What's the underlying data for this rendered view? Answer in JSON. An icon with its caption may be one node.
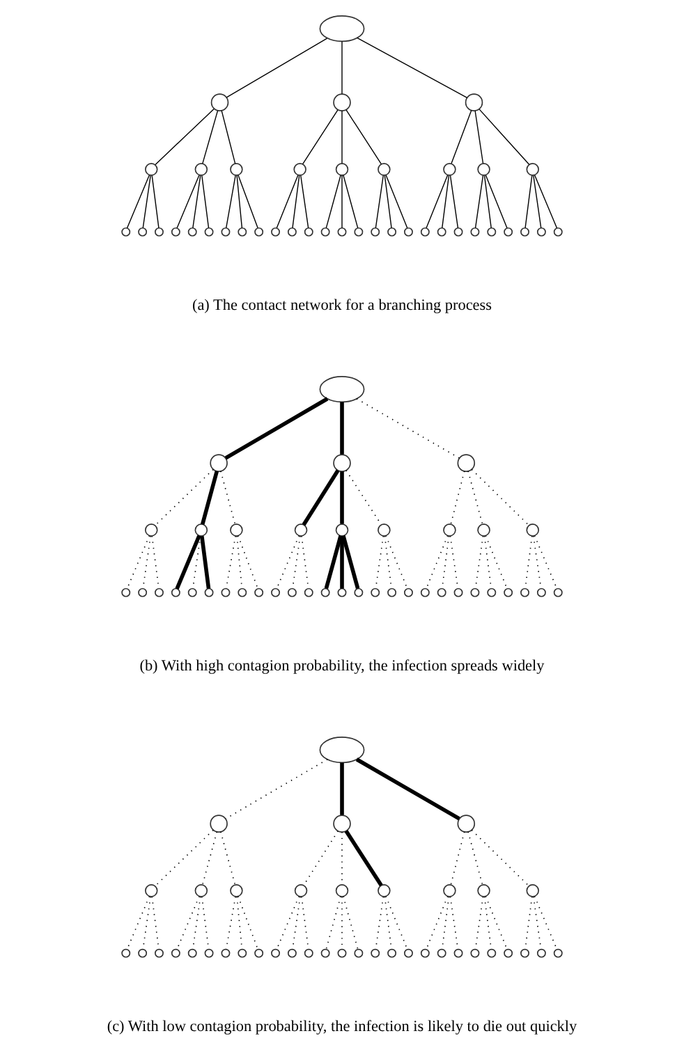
{
  "diagram": {
    "nodes": [
      {
        "text": [],
        "shape": "ellipse"
      },
      {
        "text": [],
        "shape": "circle"
      },
      {
        "text": [],
        "shape": "circle"
      },
      {
        "text": [],
        "shape": "circle"
      },
      {
        "text": [],
        "shape": "circle"
      },
      {
        "text": [],
        "shape": "circle"
      },
      {
        "text": [],
        "shape": "circle"
      },
      {
        "text": [],
        "shape": "circle"
      },
      {
        "text": [],
        "shape": "circle"
      },
      {
        "text": [],
        "shape": "circle"
      },
      {
        "text": [],
        "shape": "circle"
      },
      {
        "text": [],
        "shape": "circle"
      },
      {
        "text": [],
        "shape": "circle"
      },
      {
        "text": [],
        "shape": "circle"
      },
      {
        "text": [],
        "shape": "circle"
      },
      {
        "text": [],
        "shape": "circle"
      },
      {
        "text": [],
        "shape": "circle"
      },
      {
        "text": [],
        "shape": "circle"
      },
      {
        "text": [],
        "shape": "circle"
      },
      {
        "text": [],
        "shape": "circle"
      },
      {
        "text": [],
        "shape": "circle"
      },
      {
        "text": [],
        "shape": "circle"
      },
      {
        "text": [],
        "shape": "circle"
      },
      {
        "text": [],
        "shape": "circle"
      },
      {
        "text": [],
        "shape": "circle"
      },
      {
        "text": [],
        "shape": "circle"
      },
      {
        "text": [],
        "shape": "circle"
      },
      {
        "text": [],
        "shape": "circle"
      },
      {
        "text": [],
        "shape": "circle"
      },
      {
        "text": [],
        "shape": "circle"
      },
      {
        "text": [],
        "shape": "circle"
      },
      {
        "text": [],
        "shape": "circle"
      },
      {
        "text": [],
        "shape": "circle"
      },
      {
        "text": [],
        "shape": "circle"
      },
      {
        "text": [],
        "shape": "circle"
      },
      {
        "text": [],
        "shape": "circle"
      },
      {
        "text": [],
        "shape": "circle"
      },
      {
        "text": [],
        "shape": "circle"
      },
      {
        "text": [],
        "shape": "circle"
      },
      {
        "text": [],
        "shape": "circle"
      },
      {
        "text": [],
        "shape": "ellipse"
      },
      {
        "text": [],
        "shape": "circle"
      },
      {
        "text": [],
        "shape": "circle"
      },
      {
        "text": [],
        "shape": "circle"
      },
      {
        "text": [],
        "shape": "circle"
      },
      {
        "text": [],
        "shape": "circle"
      },
      {
        "text": [],
        "shape": "circle"
      },
      {
        "text": [],
        "shape": "circle"
      },
      {
        "text": [],
        "shape": "circle"
      },
      {
        "text": [],
        "shape": "circle"
      },
      {
        "text": [],
        "shape": "circle"
      },
      {
        "text": [],
        "shape": "circle"
      },
      {
        "text": [],
        "shape": "circle"
      },
      {
        "text": [],
        "shape": "circle"
      },
      {
        "text": [],
        "shape": "circle"
      },
      {
        "text": [],
        "shape": "circle"
      },
      {
        "text": [],
        "shape": "circle"
      },
      {
        "text": [],
        "shape": "circle"
      },
      {
        "text": [],
        "shape": "circle"
      },
      {
        "text": [],
        "shape": "circle"
      },
      {
        "text": [],
        "shape": "circle"
      },
      {
        "text": [],
        "shape": "circle"
      },
      {
        "text": [],
        "shape": "circle"
      },
      {
        "text": [],
        "shape": "circle"
      },
      {
        "text": [],
        "shape": "circle"
      },
      {
        "text": [],
        "shape": "circle"
      },
      {
        "text": [],
        "shape": "circle"
      },
      {
        "text": [],
        "shape": "circle"
      },
      {
        "text": [],
        "shape": "circle"
      },
      {
        "text": [],
        "shape": "circle"
      },
      {
        "text": [],
        "shape": "circle"
      },
      {
        "text": [],
        "shape": "circle"
      },
      {
        "text": [],
        "shape": "circle"
      },
      {
        "text": [],
        "shape": "circle"
      },
      {
        "text": [],
        "shape": "circle"
      },
      {
        "text": [],
        "shape": "circle"
      },
      {
        "text": [],
        "shape": "circle"
      },
      {
        "text": [],
        "shape": "circle"
      },
      {
        "text": [],
        "shape": "circle"
      },
      {
        "text": [],
        "shape": "circle"
      },
      {
        "text": [],
        "shape": "ellipse"
      },
      {
        "text": [],
        "shape": "circle"
      },
      {
        "text": [],
        "shape": "circle"
      },
      {
        "text": [],
        "shape": "circle"
      },
      {
        "text": [],
        "shape": "circle"
      },
      {
        "text": [],
        "shape": "circle"
      },
      {
        "text": [],
        "shape": "circle"
      },
      {
        "text": [],
        "shape": "circle"
      },
      {
        "text": [],
        "shape": "circle"
      },
      {
        "text": [],
        "shape": "circle"
      },
      {
        "text": [],
        "shape": "circle"
      },
      {
        "text": [],
        "shape": "circle"
      },
      {
        "text": [],
        "shape": "circle"
      },
      {
        "text": [],
        "shape": "circle"
      },
      {
        "text": [],
        "shape": "circle"
      },
      {
        "text": [],
        "shape": "circle"
      },
      {
        "text": [],
        "shape": "circle"
      },
      {
        "text": [],
        "shape": "circle"
      },
      {
        "text": [],
        "shape": "circle"
      },
      {
        "text": [],
        "shape": "circle"
      },
      {
        "text": [],
        "shape": "circle"
      },
      {
        "text": [],
        "shape": "circle"
      },
      {
        "text": [],
        "shape": "circle"
      },
      {
        "text": [],
        "shape": "circle"
      },
      {
        "text": [],
        "shape": "circle"
      },
      {
        "text": [],
        "shape": "circle"
      },
      {
        "text": [],
        "shape": "circle"
      },
      {
        "text": [],
        "shape": "circle"
      },
      {
        "text": [],
        "shape": "circle"
      },
      {
        "text": [],
        "shape": "circle"
      },
      {
        "text": [],
        "shape": "circle"
      },
      {
        "text": [],
        "shape": "circle"
      },
      {
        "text": [],
        "shape": "circle"
      },
      {
        "text": [],
        "shape": "circle"
      },
      {
        "text": [],
        "shape": "circle"
      },
      {
        "text": [],
        "shape": "circle"
      },
      {
        "text": [],
        "shape": "circle"
      },
      {
        "text": [],
        "shape": "circle"
      },
      {
        "text": [],
        "shape": "circle"
      },
      {
        "text": [],
        "shape": "circle"
      }
    ],
    "edges": [
      {
        "from": 0,
        "to": 1,
        "arrow": "none"
      },
      {
        "from": 0,
        "to": 2,
        "arrow": "none"
      },
      {
        "from": 0,
        "to": 3,
        "arrow": "none"
      },
      {
        "from": 1,
        "to": 4,
        "arrow": "none"
      },
      {
        "from": 1,
        "to": 5,
        "arrow": "none"
      },
      {
        "from": 1,
        "to": 6,
        "arrow": "none"
      },
      {
        "from": 2,
        "to": 7,
        "arrow": "none"
      },
      {
        "from": 2,
        "to": 8,
        "arrow": "none"
      },
      {
        "from": 2,
        "to": 9,
        "arrow": "none"
      },
      {
        "from": 3,
        "to": 10,
        "arrow": "none"
      },
      {
        "from": 3,
        "to": 11,
        "arrow": "none"
      },
      {
        "from": 3,
        "to": 12,
        "arrow": "none"
      },
      {
        "from": 4,
        "to": 13,
        "arrow": "none"
      },
      {
        "from": 4,
        "to": 14,
        "arrow": "none"
      },
      {
        "from": 4,
        "to": 15,
        "arrow": "none"
      },
      {
        "from": 5,
        "to": 16,
        "arrow": "none"
      },
      {
        "from": 5,
        "to": 17,
        "arrow": "none"
      },
      {
        "from": 5,
        "to": 18,
        "arrow": "none"
      },
      {
        "from": 6,
        "to": 19,
        "arrow": "none"
      },
      {
        "from": 6,
        "to": 20,
        "arrow": "none"
      },
      {
        "from": 6,
        "to": 21,
        "arrow": "none"
      },
      {
        "from": 7,
        "to": 22,
        "arrow": "none"
      },
      {
        "from": 7,
        "to": 23,
        "arrow": "none"
      },
      {
        "from": 7,
        "to": 24,
        "arrow": "none"
      },
      {
        "from": 8,
        "to": 25,
        "arrow": "none"
      },
      {
        "from": 8,
        "to": 26,
        "arrow": "none"
      },
      {
        "from": 8,
        "to": 27,
        "arrow": "none"
      },
      {
        "from": 9,
        "to": 28,
        "arrow": "none"
      },
      {
        "from": 9,
        "to": 29,
        "arrow": "none"
      },
      {
        "from": 9,
        "to": 30,
        "arrow": "none"
      },
      {
        "from": 10,
        "to": 31,
        "arrow": "none"
      },
      {
        "from": 10,
        "to": 32,
        "arrow": "none"
      },
      {
        "from": 10,
        "to": 33,
        "arrow": "none"
      },
      {
        "from": 11,
        "to": 34,
        "arrow": "none"
      },
      {
        "from": 11,
        "to": 35,
        "arrow": "none"
      },
      {
        "from": 11,
        "to": 36,
        "arrow": "none"
      },
      {
        "from": 12,
        "to": 37,
        "arrow": "none"
      },
      {
        "from": 12,
        "to": 38,
        "arrow": "none"
      },
      {
        "from": 12,
        "to": 39,
        "arrow": "none"
      },
      {
        "from": 40,
        "to": 41,
        "arrow": "none",
        "style": "thick"
      },
      {
        "from": 40,
        "to": 42,
        "arrow": "none",
        "style": "thick"
      },
      {
        "from": 40,
        "to": 43,
        "arrow": "none",
        "style": "dashed"
      },
      {
        "from": 41,
        "to": 44,
        "arrow": "none",
        "style": "dashed"
      },
      {
        "from": 41,
        "to": 45,
        "arrow": "none",
        "style": "thick"
      },
      {
        "from": 41,
        "to": 46,
        "arrow": "none",
        "style": "dashed"
      },
      {
        "from": 42,
        "to": 47,
        "arrow": "none",
        "style": "thick"
      },
      {
        "from": 42,
        "to": 48,
        "arrow": "none",
        "style": "thick"
      },
      {
        "from": 42,
        "to": 49,
        "arrow": "none",
        "style": "dashed"
      },
      {
        "from": 43,
        "to": 50,
        "arrow": "none",
        "style": "dashed"
      },
      {
        "from": 43,
        "to": 51,
        "arrow": "none",
        "style": "dashed"
      },
      {
        "from": 43,
        "to": 52,
        "arrow": "none",
        "style": "dashed"
      },
      {
        "from": 44,
        "to": 53,
        "arrow": "none",
        "style": "dashed"
      },
      {
        "from": 44,
        "to": 54,
        "arrow": "none",
        "style": "dashed"
      },
      {
        "from": 44,
        "to": 55,
        "arrow": "none",
        "style": "dashed"
      },
      {
        "from": 45,
        "to": 56,
        "arrow": "none",
        "style": "thick"
      },
      {
        "from": 45,
        "to": 57,
        "arrow": "none",
        "style": "dashed"
      },
      {
        "from": 45,
        "to": 58,
        "arrow": "none",
        "style": "thick"
      },
      {
        "from": 46,
        "to": 59,
        "arrow": "none",
        "style": "dashed"
      },
      {
        "from": 46,
        "to": 60,
        "arrow": "none",
        "style": "dashed"
      },
      {
        "from": 46,
        "to": 61,
        "arrow": "none",
        "style": "dashed"
      },
      {
        "from": 47,
        "to": 62,
        "arrow": "none",
        "style": "dashed"
      },
      {
        "from": 47,
        "to": 63,
        "arrow": "none",
        "style": "dashed"
      },
      {
        "from": 47,
        "to": 64,
        "arrow": "none",
        "style": "dashed"
      },
      {
        "from": 48,
        "to": 65,
        "arrow": "none",
        "style": "thick"
      },
      {
        "from": 48,
        "to": 66,
        "arrow": "none",
        "style": "thick"
      },
      {
        "from": 48,
        "to": 67,
        "arrow": "none",
        "style": "thick"
      },
      {
        "from": 49,
        "to": 68,
        "arrow": "none",
        "style": "dashed"
      },
      {
        "from": 49,
        "to": 69,
        "arrow": "none",
        "style": "dashed"
      },
      {
        "from": 49,
        "to": 70,
        "arrow": "none",
        "style": "dashed"
      },
      {
        "from": 50,
        "to": 71,
        "arrow": "none",
        "style": "dashed"
      },
      {
        "from": 50,
        "to": 72,
        "arrow": "none",
        "style": "dashed"
      },
      {
        "from": 50,
        "to": 73,
        "arrow": "none",
        "style": "dashed"
      },
      {
        "from": 51,
        "to": 74,
        "arrow": "none",
        "style": "dashed"
      },
      {
        "from": 51,
        "to": 75,
        "arrow": "none",
        "style": "dashed"
      },
      {
        "from": 51,
        "to": 76,
        "arrow": "none",
        "style": "dashed"
      },
      {
        "from": 52,
        "to": 77,
        "arrow": "none",
        "style": "dashed"
      },
      {
        "from": 52,
        "to": 78,
        "arrow": "none",
        "style": "dashed"
      },
      {
        "from": 52,
        "to": 79,
        "arrow": "none",
        "style": "dashed"
      },
      {
        "from": 80,
        "to": 81,
        "arrow": "none",
        "style": "dashed"
      },
      {
        "from": 80,
        "to": 82,
        "arrow": "none",
        "style": "thick"
      },
      {
        "from": 80,
        "to": 83,
        "arrow": "none",
        "style": "thick"
      },
      {
        "from": 81,
        "to": 84,
        "arrow": "none",
        "style": "dashed"
      },
      {
        "from": 81,
        "to": 85,
        "arrow": "none",
        "style": "dashed"
      },
      {
        "from": 81,
        "to": 86,
        "arrow": "none",
        "style": "dashed"
      },
      {
        "from": 82,
        "to": 87,
        "arrow": "none",
        "style": "dashed"
      },
      {
        "from": 82,
        "to": 88,
        "arrow": "none",
        "style": "dashed"
      },
      {
        "from": 82,
        "to": 89,
        "arrow": "none",
        "style": "thick"
      },
      {
        "from": 83,
        "to": 90,
        "arrow": "none",
        "style": "dashed"
      },
      {
        "from": 83,
        "to": 91,
        "arrow": "none",
        "style": "dashed"
      },
      {
        "from": 83,
        "to": 92,
        "arrow": "none",
        "style": "dashed"
      },
      {
        "from": 84,
        "to": 93,
        "arrow": "none",
        "style": "dashed"
      },
      {
        "from": 84,
        "to": 94,
        "arrow": "none",
        "style": "dashed"
      },
      {
        "from": 84,
        "to": 95,
        "arrow": "none",
        "style": "dashed"
      },
      {
        "from": 85,
        "to": 96,
        "arrow": "none",
        "style": "dashed"
      },
      {
        "from": 85,
        "to": 97,
        "arrow": "none",
        "style": "dashed"
      },
      {
        "from": 85,
        "to": 98,
        "arrow": "none",
        "style": "dashed"
      },
      {
        "from": 86,
        "to": 99,
        "arrow": "none",
        "style": "dashed"
      },
      {
        "from": 86,
        "to": 100,
        "arrow": "none",
        "style": "dashed"
      },
      {
        "from": 86,
        "to": 101,
        "arrow": "none",
        "style": "dashed"
      },
      {
        "from": 87,
        "to": 102,
        "arrow": "none",
        "style": "dashed"
      },
      {
        "from": 87,
        "to": 103,
        "arrow": "none",
        "style": "dashed"
      },
      {
        "from": 87,
        "to": 104,
        "arrow": "none",
        "style": "dashed"
      },
      {
        "from": 88,
        "to": 105,
        "arrow": "none",
        "style": "dashed"
      },
      {
        "from": 88,
        "to": 106,
        "arrow": "none",
        "style": "dashed"
      },
      {
        "from": 88,
        "to": 107,
        "arrow": "none",
        "style": "dashed"
      },
      {
        "from": 89,
        "to": 108,
        "arrow": "none",
        "style": "dashed"
      },
      {
        "from": 89,
        "to": 109,
        "arrow": "none",
        "style": "dashed"
      },
      {
        "from": 89,
        "to": 110,
        "arrow": "none",
        "style": "dashed"
      },
      {
        "from": 90,
        "to": 111,
        "arrow": "none",
        "style": "dashed"
      },
      {
        "from": 90,
        "to": 112,
        "arrow": "none",
        "style": "dashed"
      },
      {
        "from": 90,
        "to": 113,
        "arrow": "none",
        "style": "dashed"
      },
      {
        "from": 91,
        "to": 114,
        "arrow": "none",
        "style": "dashed"
      },
      {
        "from": 91,
        "to": 115,
        "arrow": "none",
        "style": "dashed"
      },
      {
        "from": 91,
        "to": 116,
        "arrow": "none",
        "style": "dashed"
      },
      {
        "from": 92,
        "to": 117,
        "arrow": "none",
        "style": "dashed"
      },
      {
        "from": 92,
        "to": 118,
        "arrow": "none",
        "style": "dashed"
      },
      {
        "from": 92,
        "to": 119,
        "arrow": "none",
        "style": "dashed"
      }
    ],
    "labels": [
      "(a) The contact network for a branching process",
      "(b) With high contagion probability, the infection spreads widely",
      "(c) With low contagion probability, the infection is likely to die out quickly"
    ]
  }
}
